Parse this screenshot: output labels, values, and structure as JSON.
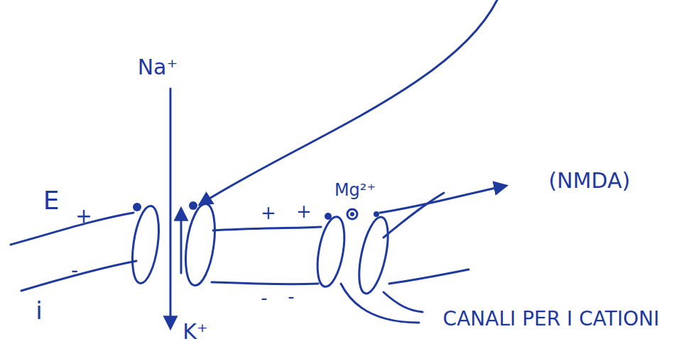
{
  "diagram": {
    "labels": [
      "E",
      "+",
      "-",
      "i",
      "Na⁺",
      "K⁺",
      "+",
      "+",
      "-",
      "-",
      "Mg²⁺",
      "(NMDA)",
      "CANALI PER I CATIONI"
    ]
  }
}
